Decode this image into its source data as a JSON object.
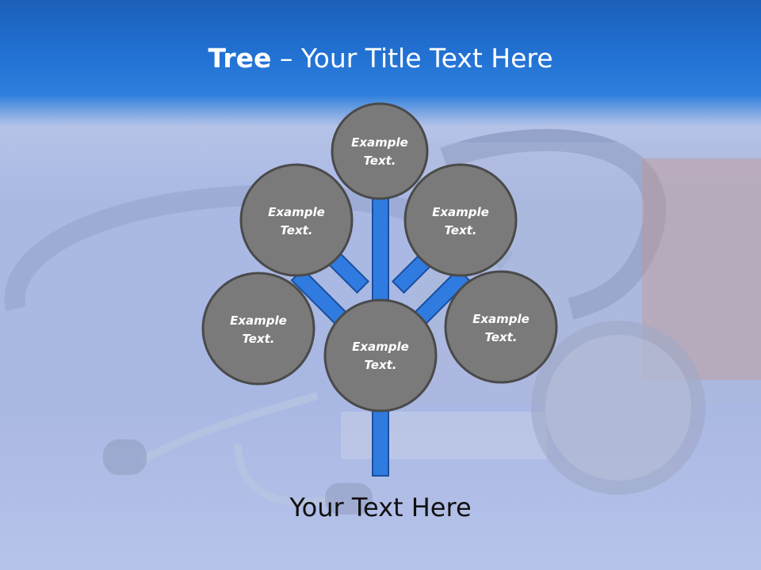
{
  "slide": {
    "title_bold": "Tree",
    "title_dash": " – ",
    "title_rest": "Your Title Text Here",
    "caption": "Your Text Here"
  },
  "tree": {
    "nodes": [
      {
        "line1": "Example",
        "line2": "Text."
      },
      {
        "line1": "Example",
        "line2": "Text."
      },
      {
        "line1": "Example",
        "line2": "Text."
      },
      {
        "line1": "Example",
        "line2": "Text."
      },
      {
        "line1": "Example",
        "line2": "Text."
      },
      {
        "line1": "Example",
        "line2": "Text."
      }
    ]
  },
  "colors": {
    "header_blue": "#2272d4",
    "branch_blue": "#2f7be0",
    "node_fill": "#7a7a7a",
    "node_border": "#4a4a4a"
  }
}
